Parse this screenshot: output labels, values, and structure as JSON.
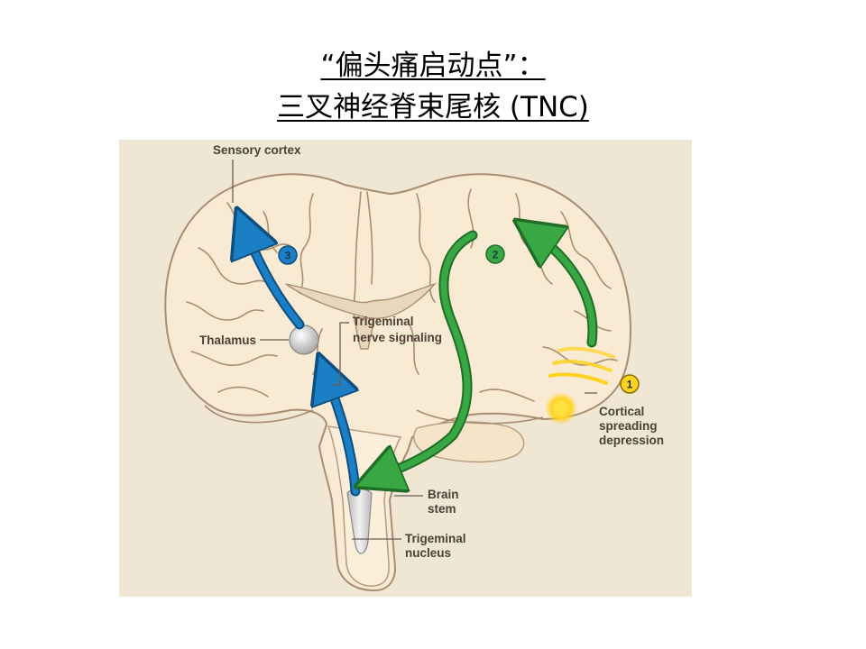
{
  "title": {
    "line1": "“偏头痛启动点”：",
    "line2": "三叉神经脊束尾核 (TNC)"
  },
  "figure": {
    "labels": {
      "sensory_cortex": "Sensory cortex",
      "thalamus": "Thalamus",
      "trigeminal_signaling": [
        "Trigeminal",
        "nerve signaling"
      ],
      "cortical_spreading": [
        "Cortical",
        "spreading",
        "depression"
      ],
      "brain_stem": [
        "Brain",
        "stem"
      ],
      "trigeminal_nucleus": [
        "Trigeminal",
        "nucleus"
      ]
    },
    "step_badges": [
      "1",
      "2",
      "3"
    ],
    "colors": {
      "background": "#efe6d4",
      "brain_fill": "#f9ebd3",
      "pathway_blue": "#1b7fc5",
      "pathway_green": "#39a844",
      "csd_yellow": "#ffd21f"
    }
  }
}
